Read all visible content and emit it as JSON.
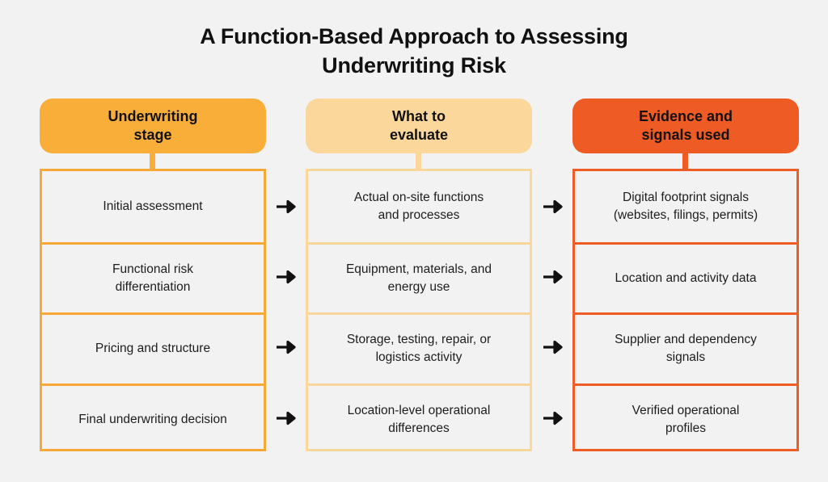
{
  "title": {
    "line1": "A Function-Based Approach to Assessing",
    "line2": "Underwriting Risk"
  },
  "colors": {
    "background": "#f2f2f2",
    "column1_accent": "#f9ae3a",
    "column2_accent": "#fbd79b",
    "column3_accent": "#ef5b25",
    "text": "#111111",
    "arrow": "#111111"
  },
  "columns": [
    {
      "header_line1": "Underwriting",
      "header_line2": "stage",
      "cells": [
        {
          "line1": "Initial assessment",
          "line2": ""
        },
        {
          "line1": "Functional risk",
          "line2": "differentiation"
        },
        {
          "line1": "Pricing and structure",
          "line2": ""
        },
        {
          "line1": "Final underwriting decision",
          "line2": ""
        }
      ]
    },
    {
      "header_line1": "What to",
      "header_line2": "evaluate",
      "cells": [
        {
          "line1": "Actual on-site functions",
          "line2": "and processes"
        },
        {
          "line1": "Equipment, materials, and",
          "line2": "energy use"
        },
        {
          "line1": "Storage, testing, repair, or",
          "line2": "logistics activity"
        },
        {
          "line1": "Location-level operational",
          "line2": "differences"
        }
      ]
    },
    {
      "header_line1": "Evidence and",
      "header_line2": "signals used",
      "cells": [
        {
          "line1": "Digital footprint signals",
          "line2": "(websites, filings, permits)"
        },
        {
          "line1": "Location and activity data",
          "line2": ""
        },
        {
          "line1": "Supplier and dependency",
          "line2": "signals"
        },
        {
          "line1": "Verified operational",
          "line2": "profiles"
        }
      ]
    }
  ],
  "arrows": {
    "glyph": "→",
    "label": "leads to",
    "count": 8
  }
}
